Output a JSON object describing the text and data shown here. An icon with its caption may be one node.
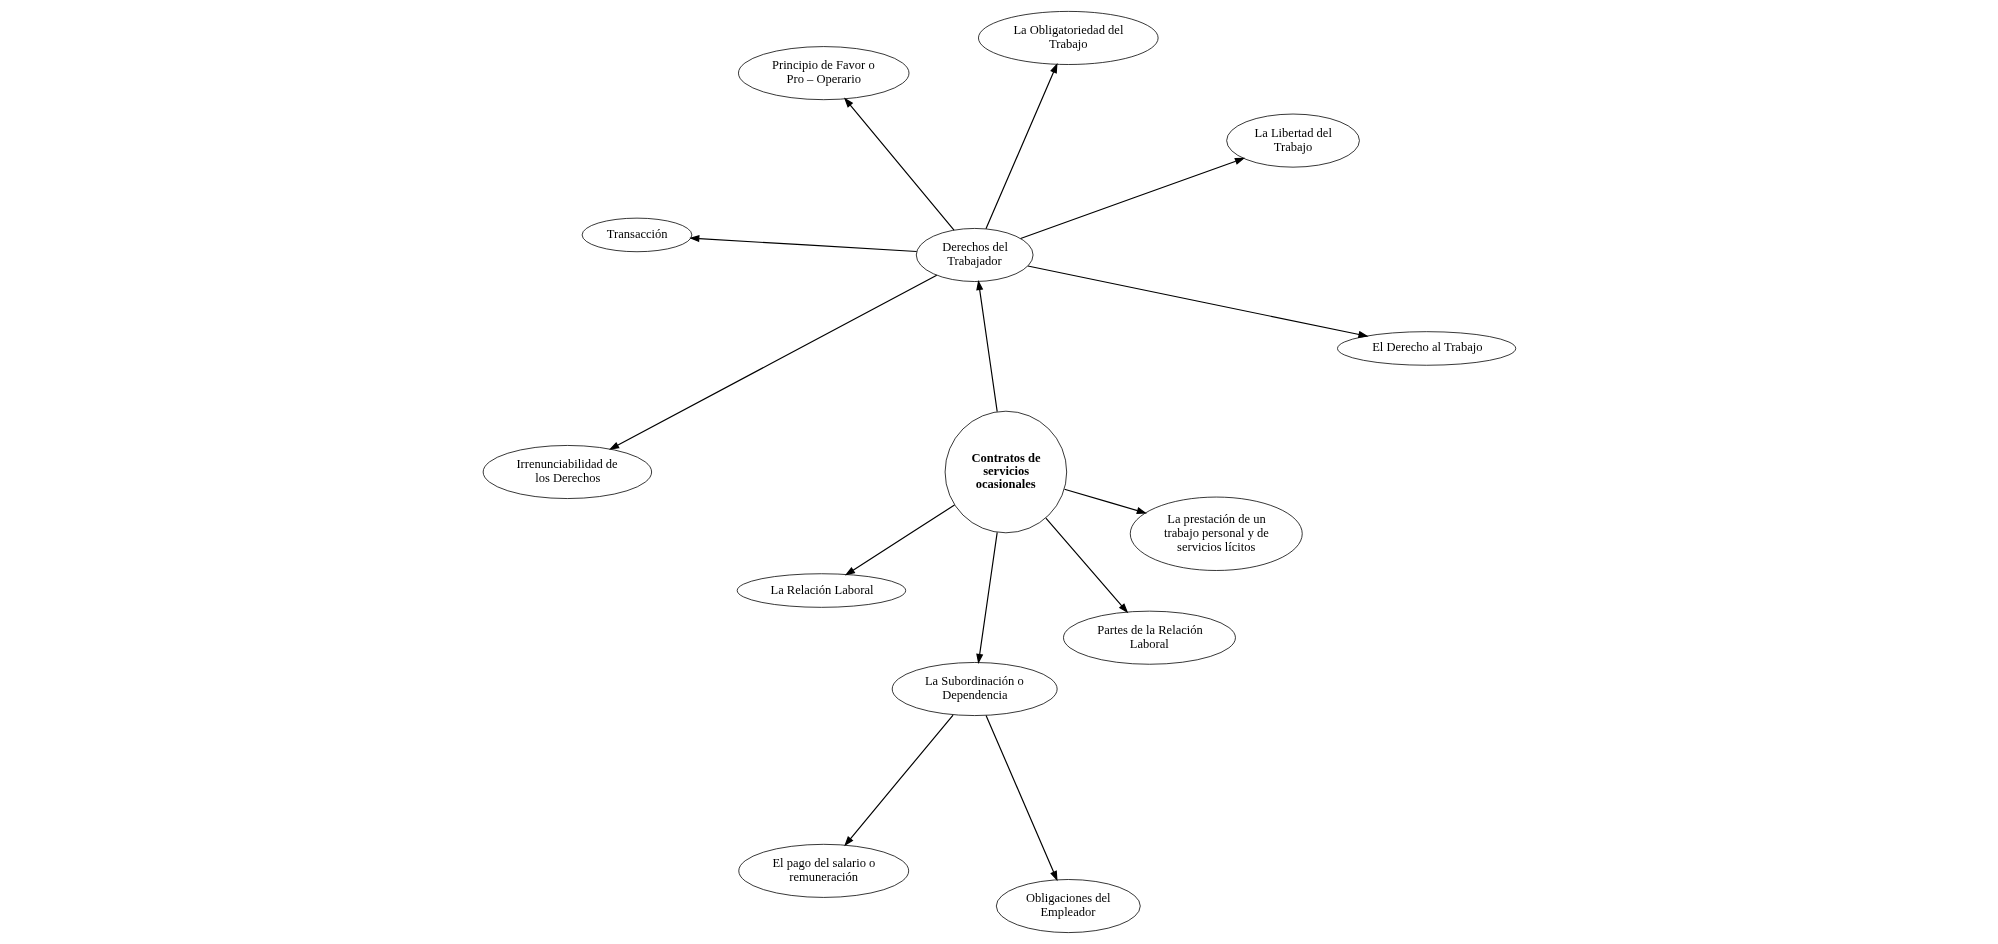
{
  "diagram": {
    "nodes": [
      {
        "text": [
          "Contratos de servicios ocasionales"
        ]
      },
      {
        "text": [
          "Derechos del Trabajador"
        ]
      },
      {
        "text": [
          "El Derecho al Trabajo"
        ]
      },
      {
        "text": [
          "La Libertad del Trabajo"
        ]
      },
      {
        "text": [
          "La Obligatoriedad del Trabajo"
        ]
      },
      {
        "text": [
          "Principio de Favor o Pro – Operario"
        ]
      },
      {
        "text": [
          "Transacción"
        ]
      },
      {
        "text": [
          "Irrenunciabilidad de los Derechos"
        ]
      },
      {
        "text": [
          "El pago del salario o remuneración"
        ]
      },
      {
        "text": [
          "La Relación Laboral"
        ]
      },
      {
        "text": [
          "La Subordinación o Dependencia"
        ]
      },
      {
        "text": [
          "Partes de la Relación Laboral"
        ]
      },
      {
        "text": [
          "Obligaciones del Empleador"
        ]
      },
      {
        "text": [
          "La prestación de un trabajo personal y de servicios lícitos"
        ]
      }
    ],
    "edges": [
      {
        "from": 0,
        "to": 1,
        "arrow": "to"
      },
      {
        "from": 1,
        "to": 2,
        "arrow": "to"
      },
      {
        "from": 1,
        "to": 3,
        "arrow": "to"
      },
      {
        "from": 1,
        "to": 4,
        "arrow": "to"
      },
      {
        "from": 1,
        "to": 5,
        "arrow": "to"
      },
      {
        "from": 1,
        "to": 6,
        "arrow": "to"
      },
      {
        "from": 1,
        "to": 7,
        "arrow": "to"
      },
      {
        "from": 0,
        "to": 9,
        "arrow": "to"
      },
      {
        "from": 0,
        "to": 10,
        "arrow": "to"
      },
      {
        "from": 10,
        "to": 8,
        "arrow": "to"
      },
      {
        "from": 10,
        "to": 12,
        "arrow": "to"
      },
      {
        "from": 0,
        "to": 11,
        "arrow": "to"
      },
      {
        "from": 0,
        "to": 13,
        "arrow": "to"
      }
    ]
  }
}
